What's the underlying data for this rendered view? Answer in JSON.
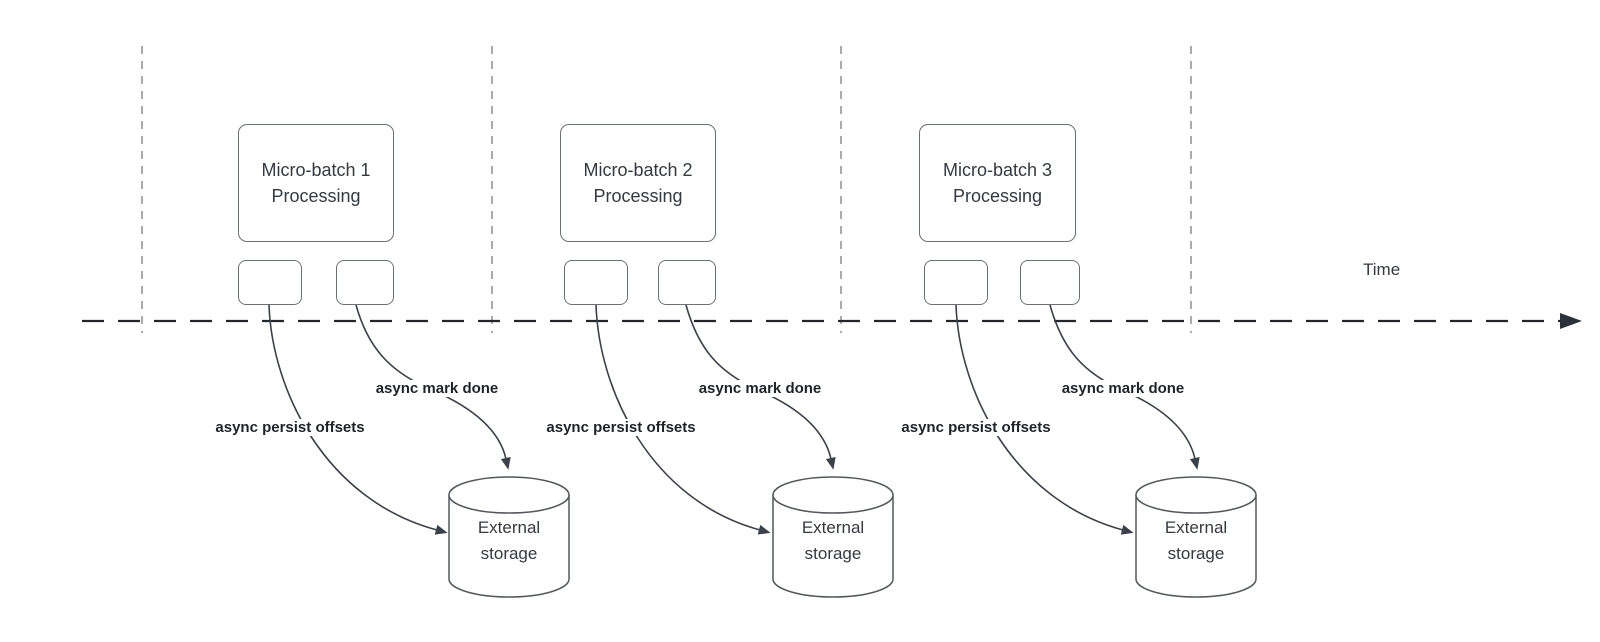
{
  "time_label": "Time",
  "groups": [
    {
      "processing_line1": "Micro-batch 1",
      "processing_line2": "Processing",
      "persist_label": "async persist offsets",
      "mark_done_label": "async mark done",
      "storage_line1": "External",
      "storage_line2": "storage"
    },
    {
      "processing_line1": "Micro-batch 2",
      "processing_line2": "Processing",
      "persist_label": "async persist offsets",
      "mark_done_label": "async mark done",
      "storage_line1": "External",
      "storage_line2": "storage"
    },
    {
      "processing_line1": "Micro-batch 3",
      "processing_line2": "Processing",
      "persist_label": "async persist offsets",
      "mark_done_label": "async mark done",
      "storage_line1": "External",
      "storage_line2": "storage"
    }
  ],
  "colors": {
    "background": "#ffffff",
    "shape_stroke": "#6b7075",
    "cylinder_stroke": "#54585d",
    "arrow": "#3b4148",
    "axis": "#23272c",
    "gridline": "#ababab",
    "text": "#343a40",
    "arrow_label_text": "#1f2328"
  }
}
